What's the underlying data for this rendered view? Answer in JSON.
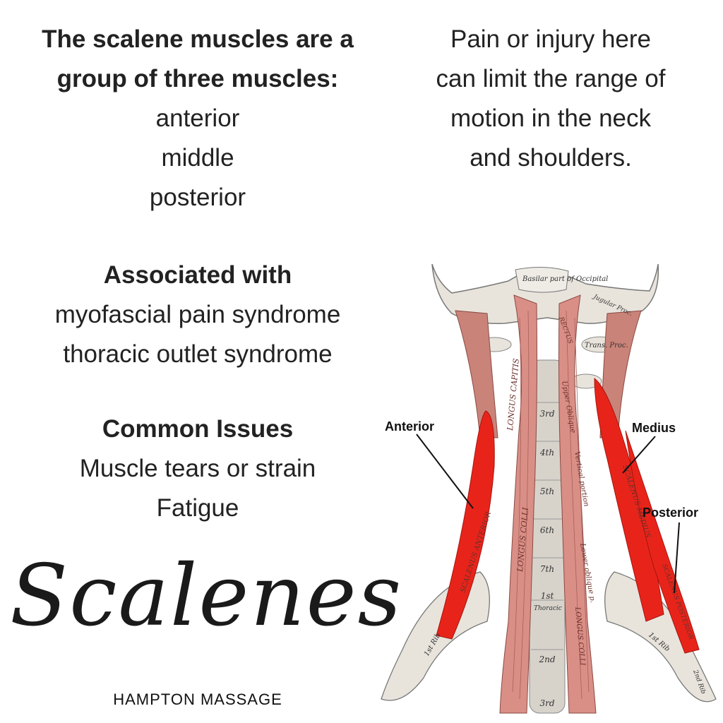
{
  "intro": {
    "line1": "The scalene muscles are a",
    "line2": "group of three muscles:",
    "items": [
      "anterior",
      "middle",
      "posterior"
    ]
  },
  "pain": {
    "lines": [
      "Pain or injury here",
      "can limit the range of",
      "motion in the neck",
      "and shoulders."
    ]
  },
  "associated": {
    "heading": "Associated with",
    "items": [
      "myofascial pain syndrome",
      "thoracic outlet syndrome"
    ]
  },
  "issues": {
    "heading": "Common Issues",
    "items": [
      "Muscle tears or strain",
      "Fatigue"
    ]
  },
  "title": "Scalenes",
  "brand": "HAMPTON MASSAGE",
  "illustration": {
    "labels": {
      "anterior": "Anterior",
      "medius": "Medius",
      "posterior": "Posterior"
    },
    "muscle_texts": {
      "longus_capitis": "LONGUS CAPITIS",
      "longus_colli": "LONGUS COLLI",
      "scalenus_anterior": "SCALENUS ANTERIOR",
      "scalenus_medius": "SCALENUS MEDIUS",
      "scalenus_posterior": "SCALENUS POSTERIOR",
      "rectus": "RECTUS",
      "vertical_portion": "Vertical portion",
      "upper_oblique": "Upper Oblique",
      "lower_oblique": "Lower oblique p.",
      "longus_colli_right": "LONGUS COLLI"
    },
    "bone_texts": {
      "basilar": "Basilar part of Occipital",
      "jugular": "Jugular Proc.",
      "trans_proc": "Trans. Proc.",
      "rib_left": "1st Rib",
      "rib_right": "1st Rib",
      "rib_2nd": "2nd Rib",
      "thoracic": "Thoracic"
    },
    "vertebrae": [
      "3rd",
      "4th",
      "5th",
      "6th",
      "7th",
      "1st",
      "2nd",
      "3rd"
    ],
    "colors": {
      "scalene_red": "#e8241a",
      "muscle_pink": "#d98f86",
      "bone": "#e8e4dc",
      "label_line": "#111111"
    }
  }
}
